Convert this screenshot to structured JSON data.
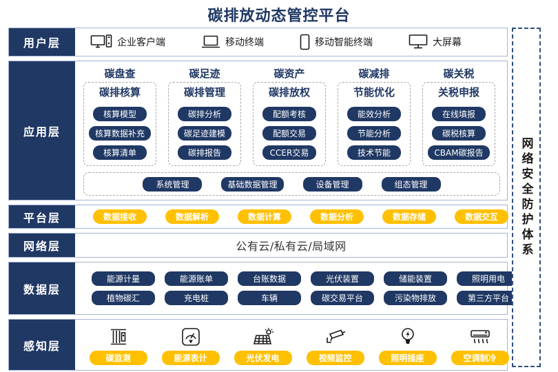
{
  "title": "碳排放动态管控平台",
  "colors": {
    "navy": "#1F3864",
    "gold": "#FFC000",
    "band_border": "#A3B4CE",
    "dashed_gray": "#A6A6A6",
    "security_dash": "#2F4E7E"
  },
  "layers": {
    "user": {
      "label": "用户层",
      "devices": [
        {
          "icon": "desktop-pc-icon",
          "label": "企业客户端"
        },
        {
          "icon": "laptop-icon",
          "label": "移动终端"
        },
        {
          "icon": "smartphone-icon",
          "label": "移动智能终端"
        },
        {
          "icon": "monitor-icon",
          "label": "大屏幕"
        }
      ]
    },
    "app": {
      "label": "应用层",
      "columns": [
        {
          "title": "碳盘查",
          "subtitle": "碳排核算",
          "items": [
            "核算模型",
            "核算数据补充",
            "核算清单"
          ]
        },
        {
          "title": "碳足迹",
          "subtitle": "碳排管理",
          "items": [
            "碳排分析",
            "碳足迹建模",
            "碳排报告"
          ]
        },
        {
          "title": "碳资产",
          "subtitle": "碳排放权",
          "items": [
            "配额考核",
            "配额交易",
            "CCER交易"
          ]
        },
        {
          "title": "碳减排",
          "subtitle": "节能优化",
          "items": [
            "能效分析",
            "节能分析",
            "技术节能"
          ]
        },
        {
          "title": "碳关税",
          "subtitle": "关税申报",
          "items": [
            "在线填报",
            "碳税核算",
            "CBAM碳报告"
          ]
        }
      ],
      "common_items": [
        "系统管理",
        "基础数据管理",
        "设备管理",
        "组态管理"
      ]
    },
    "platform": {
      "label": "平台层",
      "items": [
        "数据接收",
        "数据解析",
        "数据计算",
        "数据分析",
        "数据存储",
        "数据交互"
      ]
    },
    "network": {
      "label": "网络层",
      "text": "公有云/私有云/局域网"
    },
    "data": {
      "label": "数据层",
      "rows": [
        [
          "能源计量",
          "能源账单",
          "台账数据",
          "光伏装置",
          "储能装置",
          "照明用电"
        ],
        [
          "植物碳汇",
          "充电桩",
          "车辆",
          "碳交易平台",
          "污染物排放",
          "第三方平台"
        ]
      ]
    },
    "perception": {
      "label": "感知层",
      "sensors": [
        {
          "icon": "carbon-monitor-icon",
          "label": "碳监测"
        },
        {
          "icon": "energy-meter-icon",
          "label": "能源表计"
        },
        {
          "icon": "solar-panel-icon",
          "label": "光伏发电"
        },
        {
          "icon": "cctv-camera-icon",
          "label": "视频监控"
        },
        {
          "icon": "lightbulb-icon",
          "label": "照明插座"
        },
        {
          "icon": "air-conditioner-icon",
          "label": "空调制冷"
        }
      ]
    }
  },
  "security_panel": {
    "text": "网络安全防护体系"
  }
}
